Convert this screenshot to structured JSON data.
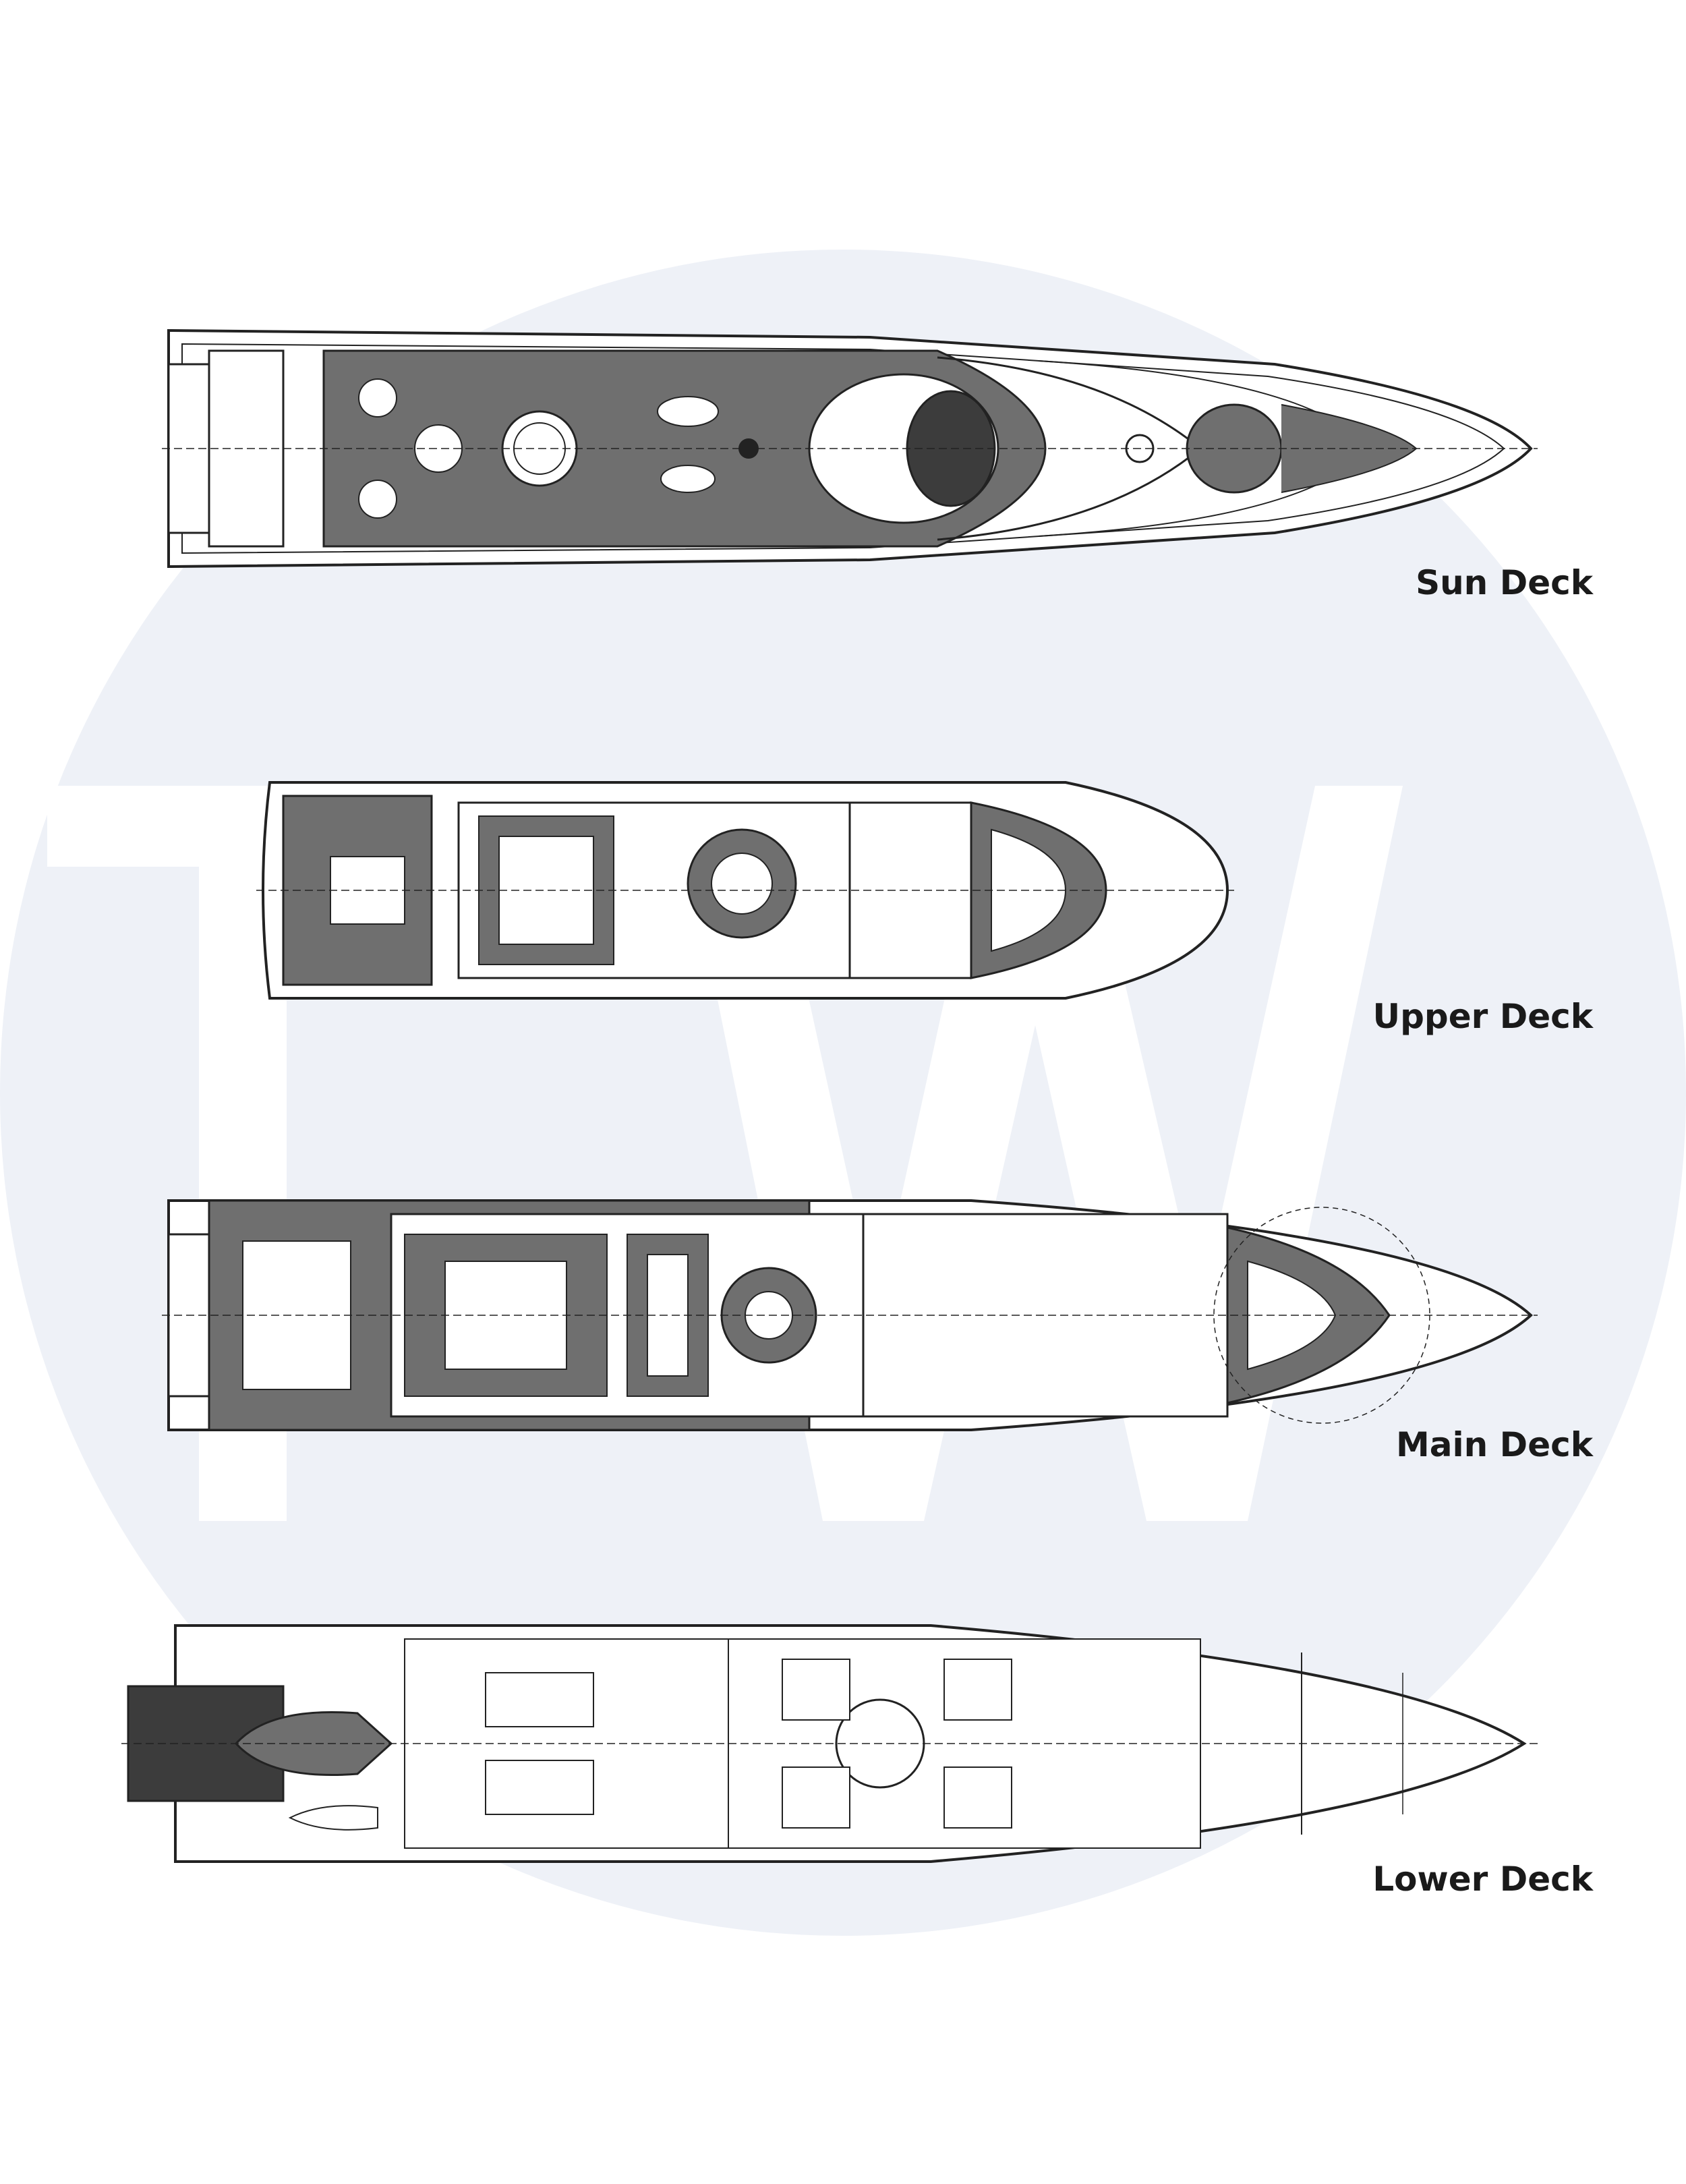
{
  "watermark": {
    "letters": "TW",
    "circle_color": "#eef1f7",
    "letter_color": "#ffffff"
  },
  "colors": {
    "line": "#222222",
    "deck_wood": "#6f6f6f",
    "deck_dark": "#3c3c3c",
    "hull_fill": "#ffffff"
  },
  "decks": [
    {
      "id": "sun",
      "label": "Sun Deck"
    },
    {
      "id": "upper",
      "label": "Upper Deck"
    },
    {
      "id": "main",
      "label": "Main Deck"
    },
    {
      "id": "lower",
      "label": "Lower Deck"
    }
  ]
}
